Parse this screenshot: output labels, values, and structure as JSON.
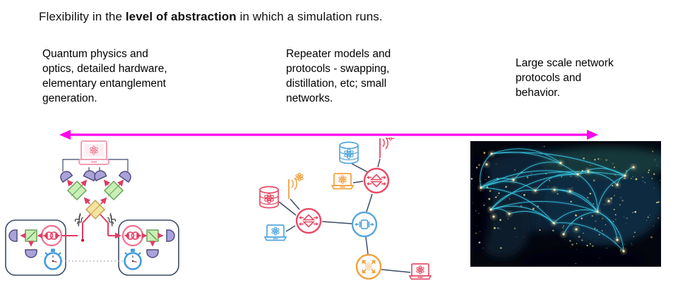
{
  "title": {
    "prefix": "Flexibility in the ",
    "bold": "level of abstraction",
    "suffix": " in which a simulation runs."
  },
  "columns": [
    {
      "id": "physical-layer",
      "text": "Quantum physics and\noptics, detailed hardware,\nelementary entanglement\ngeneration."
    },
    {
      "id": "repeater-layer",
      "text": "Repeater models and\nprotocols - swapping,\ndistillation, etc; small\nnetworks."
    },
    {
      "id": "network-layer",
      "text": "Large scale network\nprotocols and\nbehavior."
    }
  ],
  "axis": {
    "kind": "double-headed-arrow"
  },
  "colors": {
    "magenta": "#ff00ee",
    "crimson": "#e84a64",
    "soft_pink": "#f49fb2",
    "beam_red": "#e23b63",
    "blue": "#55a7dd",
    "orange": "#f2a13e",
    "navy": "#3d4b66",
    "green_fill": "#c9eeb6",
    "green_stroke": "#69a25c",
    "yellow_fill": "#f5e3a0",
    "yellow_stroke": "#c2a355",
    "purple_fill": "#aaa3da",
    "purple_stroke": "#524d7e",
    "cyan_arc": "#2cc4e4"
  },
  "left_diagram": {
    "name": "physical-layer-optics-diagram",
    "components": [
      "control-laptop",
      "photon-detectors",
      "beam-splitters",
      "midpoint-beam-splitter",
      "photon-wavepackets",
      "entangled-pair-sources",
      "timers",
      "node-boxes",
      "dashed-sync-line"
    ]
  },
  "middle_diagram": {
    "name": "repeater-network-topology",
    "nodes": [
      "quantum-memory-blue",
      "antenna-pink",
      "repeater-router-pink-top",
      "laptop-orange",
      "quantum-memory-pink",
      "antenna-orange",
      "repeater-router-pink-left",
      "laptop-blue",
      "connector-node-blue",
      "switch-node-orange",
      "laptop-pink"
    ]
  },
  "right_image": {
    "name": "us-night-satellite-network",
    "alt": "Satellite photo of the United States at night with cyan network arcs between cities"
  }
}
